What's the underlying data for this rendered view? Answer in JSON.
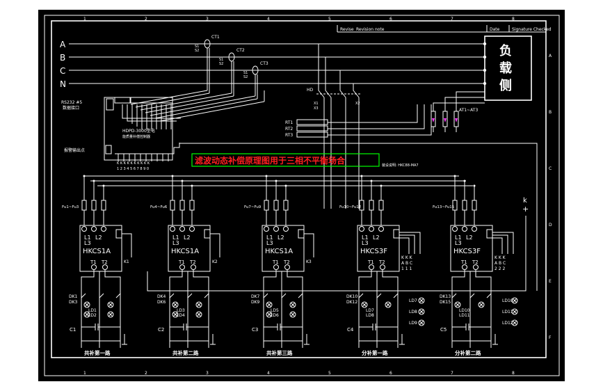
{
  "title_block": {
    "header_cells": [
      "Revise",
      "Revision note",
      "Date",
      "Signature Checked"
    ],
    "load_label": [
      "负",
      "载",
      "侧"
    ]
  },
  "border": {
    "column_numbers": [
      "1",
      "2",
      "3",
      "4",
      "5",
      "6",
      "7",
      "8"
    ],
    "row_letters": [
      "A",
      "B",
      "C",
      "D",
      "E",
      "F"
    ]
  },
  "phases": [
    "A",
    "B",
    "C",
    "N"
  ],
  "cts": [
    "CT1",
    "CT2",
    "CT3"
  ],
  "ct_terminal": [
    "S1",
    "S2"
  ],
  "controller": {
    "name": "HDPD-3000型电",
    "subtitle": "能质量补偿控制器",
    "rs232": "RS232 #5",
    "data_port": "数据接口",
    "alarm": "报警输出点",
    "k_labels": "K K K K K K K K K K",
    "k_numbers": "1 2 3 4 5 6 7 8 9 0"
  },
  "switch": {
    "qf": "HD",
    "x1": "X1",
    "x3": "X3",
    "x2": "X2"
  },
  "rts": [
    "RT1",
    "RT2",
    "RT3"
  ],
  "arrester": "AT1~AT3",
  "caption": "滤波动态补偿原理图用于三相不平衡场合",
  "small_note": "装设说明: HKC88-MA7",
  "plus_terminal": {
    "k": "k",
    "plus": "+"
  },
  "modules": [
    {
      "fuse": "Fu1~Fu3",
      "model": "HKCS1A",
      "l1": "L1",
      "l2": "L2",
      "l3": "L3",
      "t1": "T1",
      "t2": "T2",
      "k": "K1",
      "dk_a": "DK1",
      "dk_b": "DK3",
      "ld": "LD1",
      "ld2": "LD2",
      "cap": "C1",
      "bottom": "共补第一路"
    },
    {
      "fuse": "Fu4~Fu6",
      "model": "HKCS1A",
      "l1": "L1",
      "l2": "L2",
      "l3": "L3",
      "t1": "T1",
      "t2": "T2",
      "k": "K2",
      "dk_a": "DK4",
      "dk_b": "DK6",
      "ld": "LD3",
      "ld2": "LD4",
      "cap": "C2",
      "bottom": "共补第二路"
    },
    {
      "fuse": "Fu7~Fu9",
      "model": "HKCS1A",
      "l1": "L1",
      "l2": "L2",
      "l3": "L3",
      "t1": "T1",
      "t2": "T2",
      "k": "K3",
      "dk_a": "DK7",
      "dk_b": "DK9",
      "ld": "LD5",
      "ld2": "LD6",
      "cap": "C3",
      "bottom": "共补第三路"
    },
    {
      "fuse": "Fu10~Fu12",
      "model": "HKCS3F",
      "l1": "L1",
      "l2": "L2",
      "l3": "L3",
      "t1": "T1",
      "t2": "T2",
      "k": "K K K",
      "k2": "A B C",
      "k3": "1 1 1",
      "dk_a": "DK10",
      "dk_b": "DK12",
      "ld": "LD7",
      "ld2": "LD8",
      "ld3": "LD9",
      "cap": "C4",
      "bottom": "分补第一路"
    },
    {
      "fuse": "Fu13~Fu15",
      "model": "HKCS3F",
      "l1": "L1",
      "l2": "L2",
      "l3": "L3",
      "t1": "T1",
      "t2": "T2",
      "k": "K K K",
      "k2": "A B C",
      "k3": "2 2 2",
      "dk_a": "DK13",
      "dk_b": "DK15",
      "ld": "LD10",
      "ld2": "LD11",
      "ld3": "LD12",
      "cap": "C5",
      "bottom": "分补第二路"
    }
  ]
}
